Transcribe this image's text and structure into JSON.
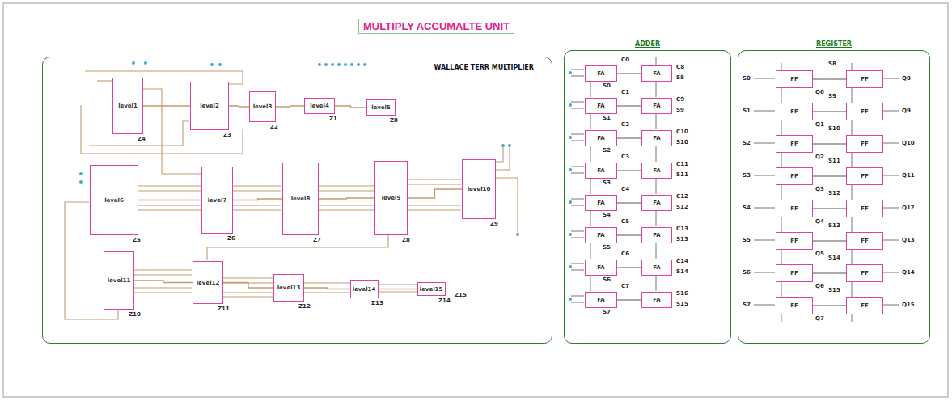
{
  "diagram": {
    "title": "MULTIPLY ACCUMALTE UNIT",
    "nodes": [
      {
        "text": [
          "WALLACE TERR MULTIPLIER"
        ]
      },
      {
        "text": [
          "level1"
        ],
        "in": 0
      },
      {
        "text": [
          "level2"
        ],
        "in": 0
      },
      {
        "text": [
          "level3"
        ],
        "in": 0
      },
      {
        "text": [
          "level4"
        ],
        "in": 0
      },
      {
        "text": [
          "level5"
        ],
        "in": 0
      },
      {
        "text": [
          "level6"
        ],
        "in": 0
      },
      {
        "text": [
          "level7"
        ],
        "in": 0
      },
      {
        "text": [
          "level8"
        ],
        "in": 0
      },
      {
        "text": [
          "level9"
        ],
        "in": 0
      },
      {
        "text": [
          "level10"
        ],
        "in": 0
      },
      {
        "text": [
          "level11"
        ],
        "in": 0
      },
      {
        "text": [
          "level12"
        ],
        "in": 0
      },
      {
        "text": [
          "level13"
        ],
        "in": 0
      },
      {
        "text": [
          "level14"
        ],
        "in": 0
      },
      {
        "text": [
          "level15"
        ],
        "in": 0
      },
      {
        "text": [
          "ADDER"
        ]
      },
      {
        "text": [
          "FA"
        ],
        "in": 16
      },
      {
        "text": [
          "FA"
        ],
        "in": 16
      },
      {
        "text": [
          "FA"
        ],
        "in": 16
      },
      {
        "text": [
          "FA"
        ],
        "in": 16
      },
      {
        "text": [
          "FA"
        ],
        "in": 16
      },
      {
        "text": [
          "FA"
        ],
        "in": 16
      },
      {
        "text": [
          "FA"
        ],
        "in": 16
      },
      {
        "text": [
          "FA"
        ],
        "in": 16
      },
      {
        "text": [
          "FA"
        ],
        "in": 16
      },
      {
        "text": [
          "FA"
        ],
        "in": 16
      },
      {
        "text": [
          "FA"
        ],
        "in": 16
      },
      {
        "text": [
          "FA"
        ],
        "in": 16
      },
      {
        "text": [
          "FA"
        ],
        "in": 16
      },
      {
        "text": [
          "FA"
        ],
        "in": 16
      },
      {
        "text": [
          "FA"
        ],
        "in": 16
      },
      {
        "text": [
          "FA"
        ],
        "in": 16
      },
      {
        "text": [
          "REGISTER"
        ]
      },
      {
        "text": [
          "FF"
        ],
        "in": 33
      },
      {
        "text": [
          "FF"
        ],
        "in": 33
      },
      {
        "text": [
          "FF"
        ],
        "in": 33
      },
      {
        "text": [
          "FF"
        ],
        "in": 33
      },
      {
        "text": [
          "FF"
        ],
        "in": 33
      },
      {
        "text": [
          "FF"
        ],
        "in": 33
      },
      {
        "text": [
          "FF"
        ],
        "in": 33
      },
      {
        "text": [
          "FF"
        ],
        "in": 33
      },
      {
        "text": [
          "FF"
        ],
        "in": 33
      },
      {
        "text": [
          "FF"
        ],
        "in": 33
      },
      {
        "text": [
          "FF"
        ],
        "in": 33
      },
      {
        "text": [
          "FF"
        ],
        "in": 33
      },
      {
        "text": [
          "FF"
        ],
        "in": 33
      },
      {
        "text": [
          "FF"
        ],
        "in": 33
      },
      {
        "text": [
          "FF"
        ],
        "in": 33
      },
      {
        "text": [
          "FF"
        ],
        "in": 33
      }
    ],
    "edges": [
      {
        "from": 1,
        "to": 2,
        "arrow": "none"
      },
      {
        "from": 2,
        "to": 3,
        "arrow": "none"
      },
      {
        "from": 3,
        "to": 4,
        "arrow": "none"
      },
      {
        "from": 4,
        "to": 5,
        "arrow": "none"
      },
      {
        "from": 6,
        "to": 7,
        "arrow": "none"
      },
      {
        "from": 7,
        "to": 8,
        "arrow": "none"
      },
      {
        "from": 8,
        "to": 9,
        "arrow": "none"
      },
      {
        "from": 9,
        "to": 10,
        "arrow": "none"
      },
      {
        "from": 11,
        "to": 12,
        "arrow": "none"
      },
      {
        "from": 12,
        "to": 13,
        "arrow": "none"
      },
      {
        "from": 13,
        "to": 14,
        "arrow": "none"
      },
      {
        "from": 14,
        "to": 15,
        "arrow": "none"
      },
      {
        "from": 17,
        "to": 18,
        "arrow": "none"
      },
      {
        "from": 19,
        "to": 20,
        "arrow": "none"
      },
      {
        "from": 21,
        "to": 22,
        "arrow": "none"
      },
      {
        "from": 23,
        "to": 24,
        "arrow": "none"
      },
      {
        "from": 25,
        "to": 26,
        "arrow": "none"
      },
      {
        "from": 27,
        "to": 28,
        "arrow": "none"
      },
      {
        "from": 29,
        "to": 30,
        "arrow": "none"
      },
      {
        "from": 31,
        "to": 32,
        "arrow": "none"
      },
      {
        "from": 34,
        "to": 35,
        "arrow": "none"
      },
      {
        "from": 36,
        "to": 37,
        "arrow": "none"
      },
      {
        "from": 38,
        "to": 39,
        "arrow": "none"
      },
      {
        "from": 40,
        "to": 41,
        "arrow": "none"
      },
      {
        "from": 42,
        "to": 43,
        "arrow": "none"
      },
      {
        "from": 44,
        "to": 45,
        "arrow": "none"
      },
      {
        "from": 46,
        "to": 47,
        "arrow": "none"
      },
      {
        "from": 48,
        "to": 49,
        "arrow": "none"
      }
    ],
    "labels": [
      "Z4",
      "Z3",
      "Z2",
      "Z1",
      "Z0",
      "Z5",
      "Z6",
      "Z7",
      "Z8",
      "Z9",
      "Z10",
      "Z11",
      "Z12",
      "Z13",
      "Z14",
      "Z15",
      "C0",
      "S0",
      "C8",
      "S8",
      "C1",
      "S1",
      "C9",
      "S9",
      "C2",
      "S2",
      "C10",
      "S10",
      "C3",
      "S3",
      "C11",
      "S11",
      "C4",
      "S4",
      "C12",
      "S12",
      "C5",
      "S5",
      "C13",
      "S13",
      "C6",
      "S6",
      "C14",
      "S14",
      "C7",
      "S7",
      "S16",
      "S15",
      "S0",
      "S8",
      "Q0",
      "Q8",
      "S1",
      "S9",
      "Q1",
      "Q9",
      "S2",
      "S10",
      "Q2",
      "Q10",
      "S3",
      "S11",
      "Q3",
      "Q11",
      "S4",
      "S12",
      "Q4",
      "Q12",
      "S5",
      "S13",
      "Q5",
      "Q13",
      "S6",
      "S14",
      "Q6",
      "Q14",
      "S7",
      "S15",
      "Q7",
      "Q15"
    ]
  }
}
